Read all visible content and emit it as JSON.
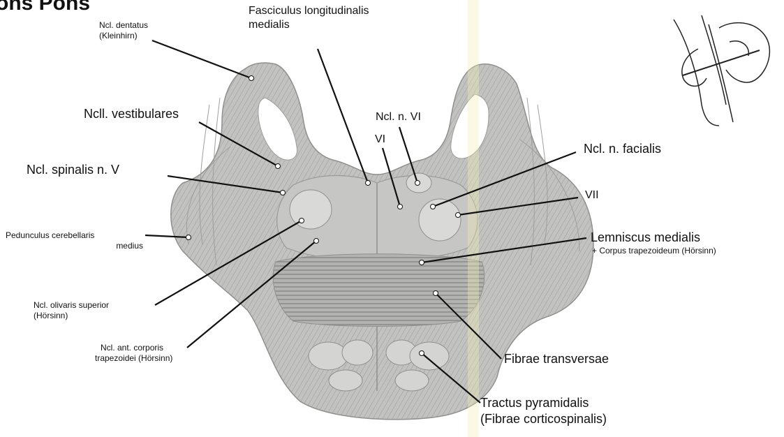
{
  "heading": "ons Pons",
  "labels": {
    "ncl_dentatus": {
      "line1": "Ncl. dentatus",
      "line2": "(Kleinhirn)"
    },
    "fasciculus": {
      "line1": "Fasciculus longitudinalis",
      "line2": "medialis"
    },
    "vestibulares": "Ncll. vestibulares",
    "spinalis_v": "Ncl. spinalis n. V",
    "pedunculus": {
      "line1": "Pedunculus cerebellaris",
      "line2": "medius"
    },
    "olivaris": {
      "line1": "Ncl. olivaris superior",
      "line2": "(Hörsinn)"
    },
    "ant_corporis": {
      "line1": "Ncl. ant. corporis",
      "line2": "trapezoidei (Hörsinn)"
    },
    "ncl_n_vi": "Ncl. n. VI",
    "vi": "VI",
    "ncl_n_facialis": "Ncl. n. facialis",
    "vii": "VII",
    "lemniscus": {
      "line1": "Lemniscus medialis",
      "line2": "+ Corpus trapezoideum (Hörsinn)"
    },
    "fibrae_transversae": "Fibrae transversae",
    "tractus": {
      "line1": "Tractus pyramidalis",
      "line2": "(Fibrae corticospinalis)"
    }
  },
  "colors": {
    "tissue": "#b9bab7",
    "tissue_dark": "#8f908d",
    "leader": "#111111",
    "highlight_stripe": "#f3efb0"
  }
}
